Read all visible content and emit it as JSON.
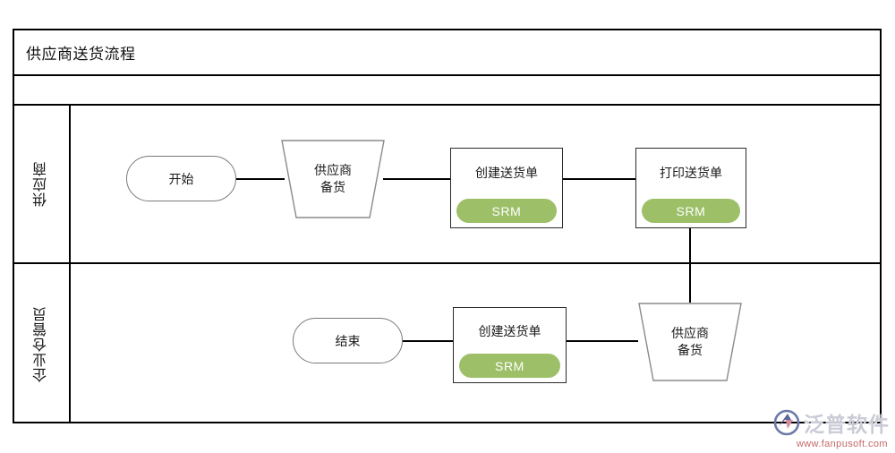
{
  "diagram": {
    "title": "供应商送货流程",
    "type": "swimlane-flowchart",
    "lanes": [
      {
        "id": "supplier",
        "label": "供应商"
      },
      {
        "id": "warehouse",
        "label": "企业仓管员"
      }
    ],
    "nodes": [
      {
        "id": "start",
        "lane": "supplier",
        "shape": "stadium",
        "label": "开始"
      },
      {
        "id": "prep1",
        "lane": "supplier",
        "shape": "trapezoid",
        "line1": "供应商",
        "line2": "备货"
      },
      {
        "id": "create1",
        "lane": "supplier",
        "shape": "process",
        "label": "创建送货单",
        "badge": "SRM"
      },
      {
        "id": "print1",
        "lane": "supplier",
        "shape": "process",
        "label": "打印送货单",
        "badge": "SRM"
      },
      {
        "id": "prep2",
        "lane": "warehouse",
        "shape": "trapezoid",
        "line1": "供应商",
        "line2": "备货"
      },
      {
        "id": "create2",
        "lane": "warehouse",
        "shape": "process",
        "label": "创建送货单",
        "badge": "SRM"
      },
      {
        "id": "end",
        "lane": "warehouse",
        "shape": "stadium",
        "label": "结束"
      }
    ],
    "edges": [
      {
        "from": "start",
        "to": "prep1"
      },
      {
        "from": "prep1",
        "to": "create1"
      },
      {
        "from": "create1",
        "to": "print1"
      },
      {
        "from": "print1",
        "to": "prep2"
      },
      {
        "from": "prep2",
        "to": "create2"
      },
      {
        "from": "create2",
        "to": "end"
      }
    ],
    "colors": {
      "badge_green": "#9DBF68",
      "frame_black": "#000000",
      "shape_gray": "#7A7A7A",
      "box_border": "#2B2B2B"
    }
  },
  "watermark": {
    "name": "泛普软件",
    "url": "www.fanpusoft.com"
  }
}
